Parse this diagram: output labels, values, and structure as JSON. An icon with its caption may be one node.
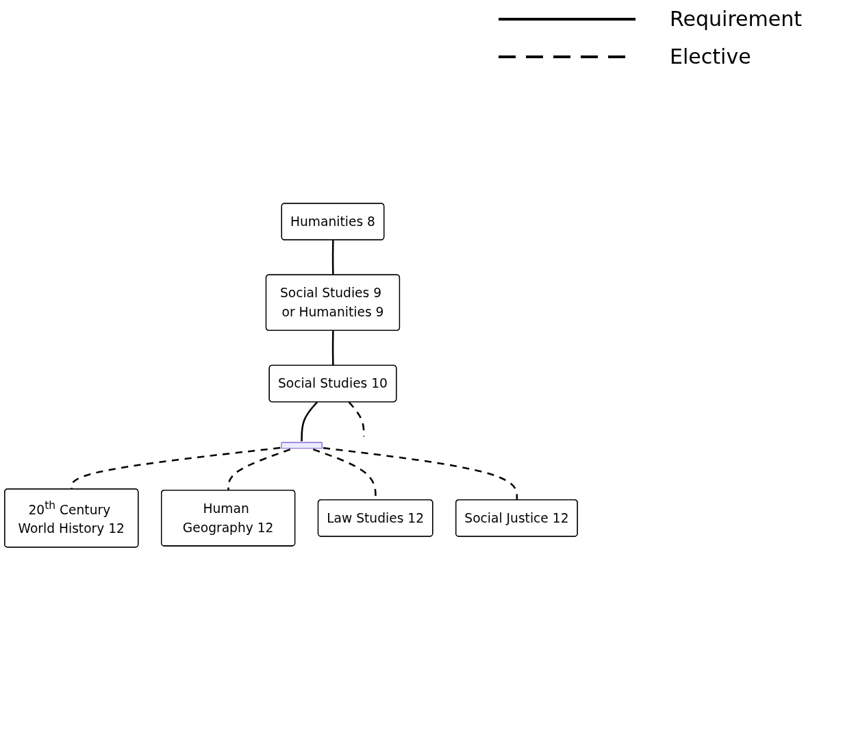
{
  "diagram": {
    "nodes": [
      {
        "text": [
          "Humanities 8"
        ]
      },
      {
        "text": [
          "Social Studies 9 or Humanities 9"
        ]
      },
      {
        "text": [
          "Social Studies 10"
        ]
      },
      {
        "text": [
          "20$^{th}$ Century World History 12"
        ]
      },
      {
        "text": [
          "Human Geography 12"
        ]
      },
      {
        "text": [
          "Law Studies 12"
        ]
      },
      {
        "text": [
          "Social Justice 12"
        ]
      },
      {
        "text": [],
        "shape": "bar"
      }
    ],
    "edges": [
      {
        "from": 0,
        "to": 1,
        "arrow": "none"
      },
      {
        "from": 1,
        "to": 2,
        "arrow": "none"
      },
      {
        "from": 2,
        "to": 7,
        "arrow": "none"
      },
      {
        "from": 7,
        "to": 3,
        "arrow": "none",
        "style": "dashed"
      },
      {
        "from": 7,
        "to": 4,
        "arrow": "none",
        "style": "dashed"
      },
      {
        "from": 7,
        "to": 5,
        "arrow": "none",
        "style": "dashed"
      },
      {
        "from": 7,
        "to": 6,
        "arrow": "none",
        "style": "dashed"
      },
      {
        "from": 2,
        "to": null,
        "arrow": "none",
        "style": "dashed"
      }
    ],
    "legend": [
      {
        "text": "Requirement"
      },
      {
        "text": "Elective"
      }
    ]
  }
}
